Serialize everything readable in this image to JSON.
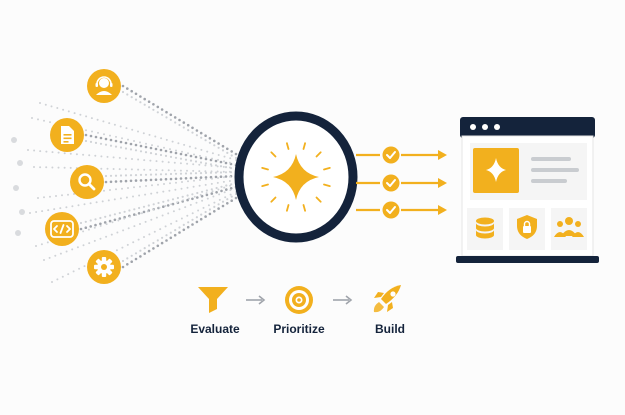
{
  "colors": {
    "accent": "#f2b01e",
    "dark": "#14233b",
    "gray": "#a0a4ab",
    "light_gray": "#cfd2d6",
    "panel_bg": "#f4f4f4",
    "white": "#ffffff"
  },
  "inputs": [
    {
      "icon": "user-support-icon"
    },
    {
      "icon": "document-icon"
    },
    {
      "icon": "search-icon"
    },
    {
      "icon": "code-icon"
    },
    {
      "icon": "gear-icon"
    }
  ],
  "core": {
    "icon": "sparkle-icon"
  },
  "outputs": {
    "count": 3,
    "icon": "check-icon"
  },
  "window": {
    "buttons": 3,
    "hero_icon": "sparkle-icon",
    "tiles": [
      {
        "icon": "database-icon"
      },
      {
        "icon": "shield-lock-icon"
      },
      {
        "icon": "team-icon"
      }
    ]
  },
  "steps": [
    {
      "label": "Evaluate",
      "icon": "funnel-icon"
    },
    {
      "label": "Prioritize",
      "icon": "target-icon"
    },
    {
      "label": "Build",
      "icon": "rocket-icon"
    }
  ]
}
